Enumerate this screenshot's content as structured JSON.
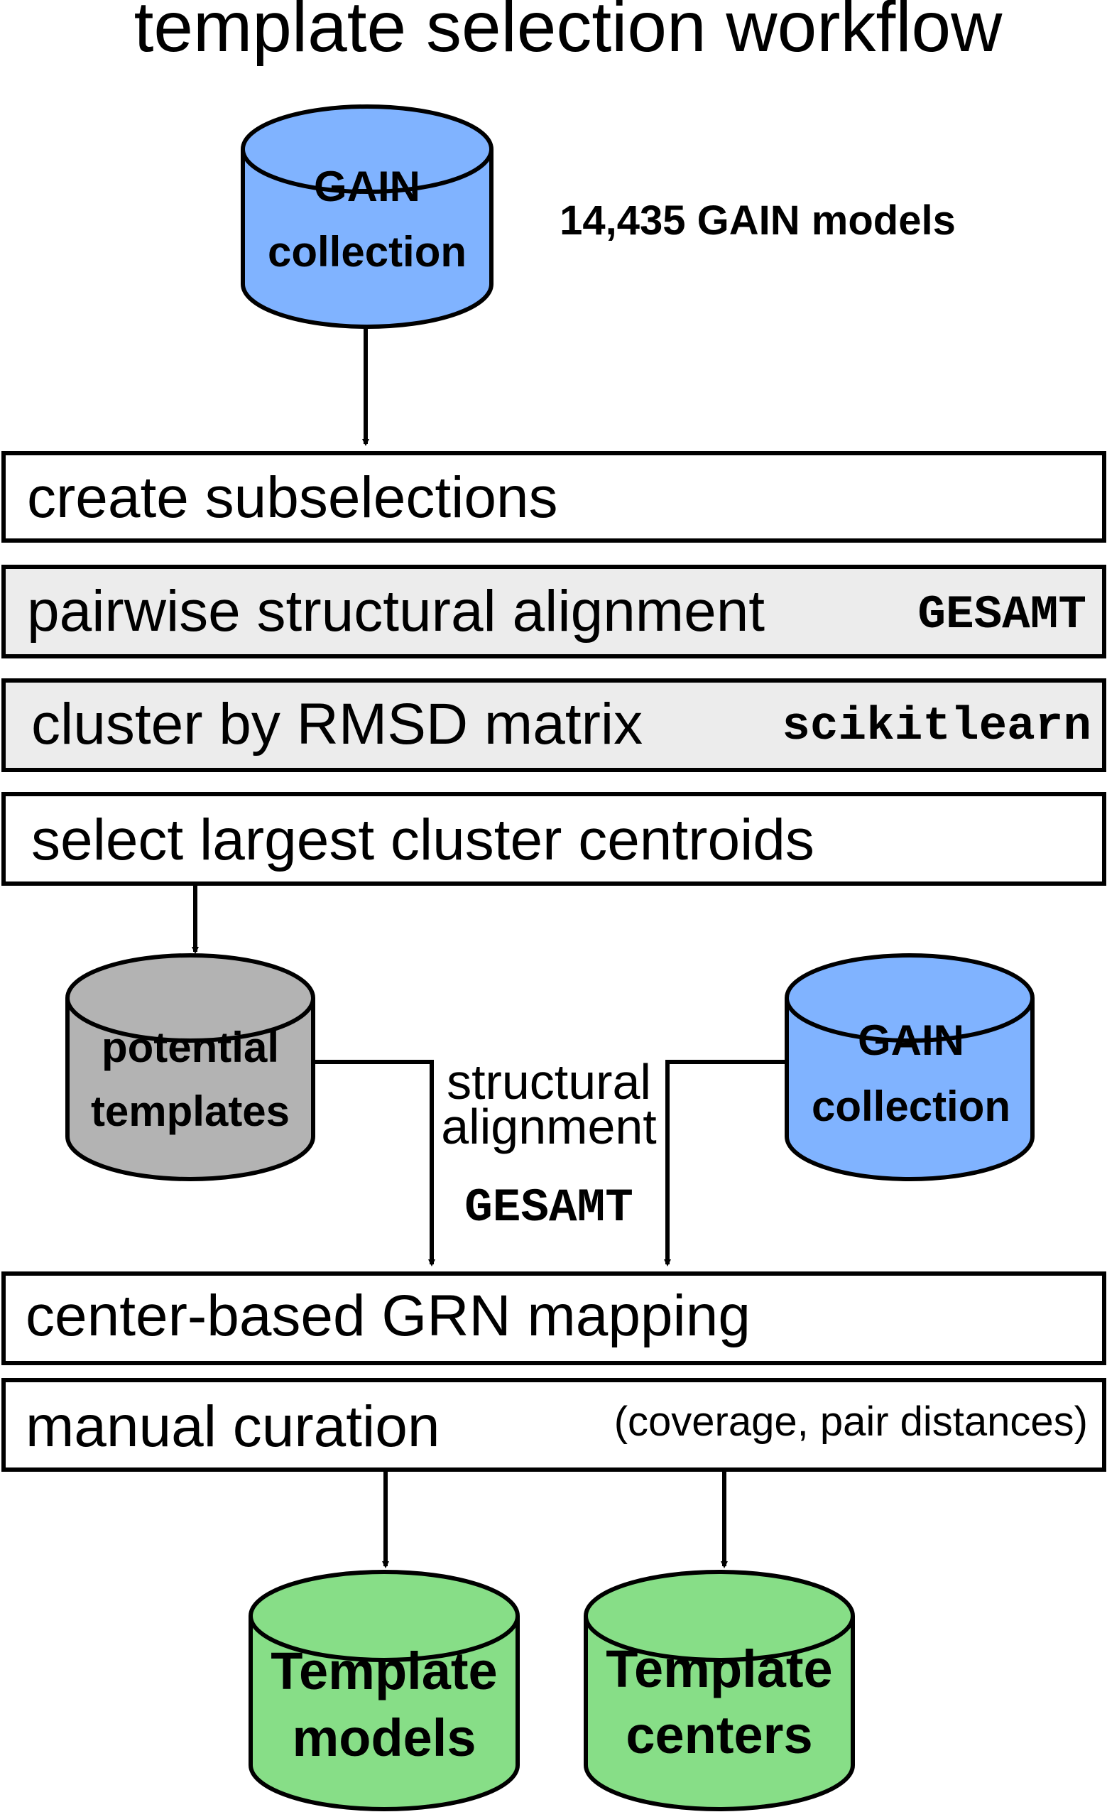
{
  "title": "template selection workflow",
  "colors": {
    "gain_blue": "#80b3ff",
    "template_gray": "#b3b3b3",
    "output_green": "#87de87",
    "tool_box_gray": "#ececec",
    "plain_box": "#ffffff"
  },
  "top_cylinder": {
    "line1": "GAIN",
    "line2": "collection",
    "note": "14,435 GAIN models"
  },
  "steps": [
    {
      "label": "create subselections",
      "tool": ""
    },
    {
      "label": "pairwise structural alignment",
      "tool": "GESAMT"
    },
    {
      "label": "cluster by RMSD matrix",
      "tool": "scikitlearn"
    },
    {
      "label": "select largest cluster centroids",
      "tool": ""
    }
  ],
  "potential_templates": {
    "line1": "potential",
    "line2": "templates"
  },
  "gain_collection_right": {
    "line1": "GAIN",
    "line2": "collection"
  },
  "alignment": {
    "line1": "structural",
    "line2": "alignment",
    "tool": "GESAMT"
  },
  "mapping_step": {
    "label": "center-based GRN mapping"
  },
  "curation_step": {
    "label": "manual curation",
    "note": "(coverage, pair distances)"
  },
  "outputs": [
    {
      "line1": "Template",
      "line2": "models"
    },
    {
      "line1": "Template",
      "line2": "centers"
    }
  ]
}
